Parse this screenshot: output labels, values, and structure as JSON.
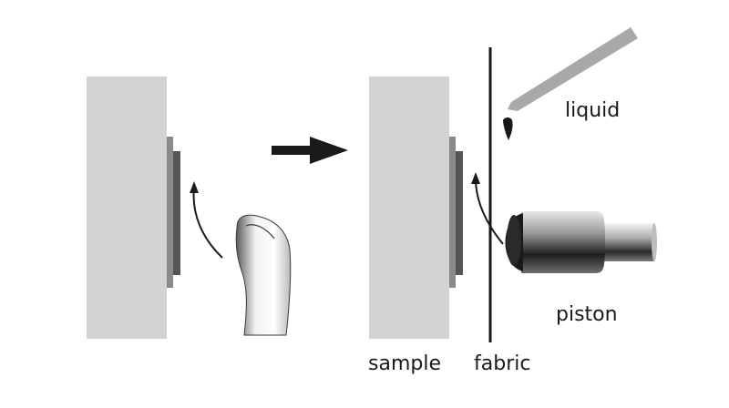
{
  "labels": {
    "liquid": "liquid",
    "piston": "piston",
    "sample": "sample",
    "fabric": "fabric"
  },
  "colors": {
    "block": "#d3d3d3",
    "plate_outer": "#8a8a8a",
    "plate_inner": "#555555",
    "fabric_line": "#1a1a1a",
    "arrow": "#1a1a1a",
    "pipette": "#a8a8a8",
    "droplet": "#1a1a1a"
  },
  "icons": {
    "finger": "finger-icon",
    "piston": "piston-icon",
    "pipette": "pipette-icon",
    "droplet": "droplet-icon",
    "transition_arrow": "arrow-right-icon"
  }
}
